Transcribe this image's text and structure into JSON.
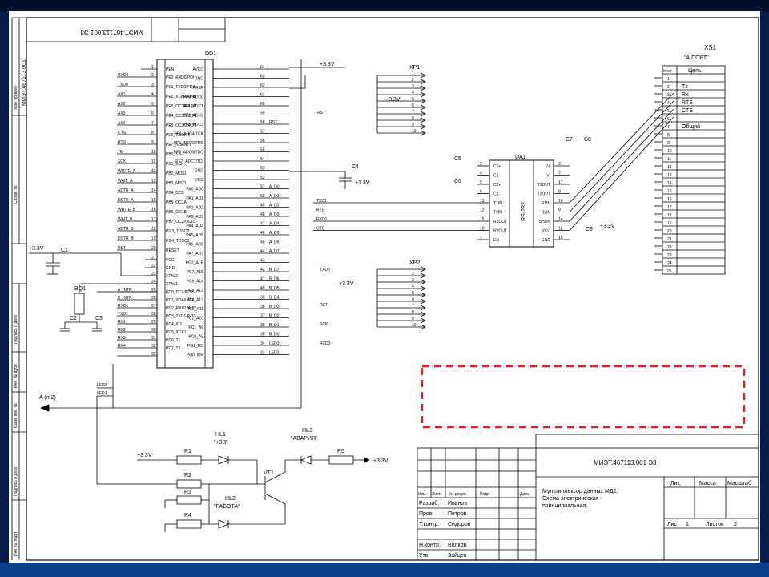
{
  "colors": {
    "frame": "#041a4a",
    "bottom_bar": "#0f3f86",
    "dashed": "#e02020"
  },
  "doc": {
    "code": "МИЭТ.467113.001 Э3",
    "code_flipped": "МИЭТ.467113.001 Э3",
    "side_code": "МИЭТ.467113.001",
    "perv_prim": "Перв. примен.",
    "sprav": "Справ. №",
    "sign_date": "Подпись и дата",
    "inv_dubl": "Инв. № дубл.",
    "vzam_inv": "Взам. инв. №",
    "sign_date2": "Подпись и дата",
    "inv_podl": "Инв. № подл.",
    "title1": "Мультиплексор данных МД2.",
    "title2": "Схема электрическая",
    "title3": "принципиальная.",
    "lit": "Лит.",
    "massa": "Масса",
    "masshtab": "Масштаб",
    "list": "Лист",
    "list_num": "1",
    "listov": "Листов",
    "listov_num": "2",
    "col_izm": "Изм.",
    "col_list": "Лист",
    "col_docnum": "№ докум.",
    "col_podp": "Подп.",
    "col_data": "Дата",
    "razrab": "Разраб.",
    "razrab_name": "Иванов",
    "prov": "Пров.",
    "prov_name": "Петров",
    "tkontr": "Т.контр.",
    "tkontr_name": "Сидоров",
    "nkontr": "Н.контр.",
    "nkontr_name": "Волков",
    "utv": "Утв.",
    "utv_name": "Зайцев"
  },
  "dd1": {
    "name": "DD1",
    "left_nets": [
      "RXD0",
      "TXD0",
      "AX1",
      "AX2",
      "AX3",
      "AX4",
      "CTS",
      "RTS",
      "TE",
      "SCK",
      "WRITE_A",
      "WAIT_A",
      "ADTR_A",
      "DSTR_A",
      "WRITE_B",
      "WAIT_B",
      "ADTR_B",
      "DSTR_B",
      "RST"
    ],
    "left_nums": [
      "2",
      "3",
      "4",
      "5",
      "6",
      "7",
      "8",
      "9",
      "10",
      "11",
      "12",
      "13",
      "14",
      "15",
      "16",
      "17",
      "18",
      "19",
      "20"
    ],
    "left_pins": [
      "PE0_RXD0/PDI",
      "PE1_TXD0/PDO",
      "PE2_XCK0/AIN0",
      "PE3_OC3A/AIN1",
      "PE4_OC3B/INT4",
      "PE5_OC3C/INT5",
      "PE6_T3/INT6",
      "PE7_IC3/INT7",
      "PB0_SS",
      "PB1_SCK",
      "PB2_MOSI",
      "PB3_MISO",
      "PB4_OC0",
      "PB5_OC1A",
      "PB6_OC1B",
      "PB7_OC2/OC1C",
      "PG3_TOSC2",
      "PG4_TOSC1",
      "RESET"
    ],
    "left2_nums": [
      "21",
      "22",
      "23",
      "24",
      "25",
      "26",
      "27",
      "28",
      "29",
      "30",
      "31",
      "32",
      "33"
    ],
    "left2_pins": [
      "VCC",
      "GND",
      "XTAL2",
      "XTAL1",
      "PD0_SCL/INT0",
      "PD1_SDA/INT1",
      "PD2_RXD1/INT2",
      "PD3_TXD1/INT3",
      "PD4_IC1",
      "PD5_XCK1",
      "PD6_T1",
      "PD7_T2",
      ""
    ],
    "left2_nets": [
      "",
      "",
      "",
      "",
      "A_INTR",
      "B_INTR",
      "RXD1",
      "TXD1",
      "RX1",
      "RX2",
      "RX3",
      "RX4",
      ""
    ],
    "right_nums": [
      "64",
      "63",
      "62",
      "61",
      "60",
      "59",
      "58",
      "57",
      "56",
      "55",
      "54",
      "53",
      "52",
      "51",
      "50",
      "49",
      "48",
      "47",
      "46",
      "45",
      "44",
      "43",
      "42",
      "41",
      "40",
      "39",
      "38",
      "37",
      "36",
      "35",
      "34",
      "33"
    ],
    "right_pins": [
      "AVCC",
      "GND",
      "AREF",
      "PF0_ADC0",
      "PF1_ADC1",
      "PF2_ADC2",
      "PF3_ADC3",
      "PF4_ADC4/TCK",
      "PF5_ADC5/TMS",
      "PF6_ADC6/TDO",
      "PF7_ADC7/TDI",
      "GND",
      "VCC",
      "PA0_AD0",
      "PA1_AD1",
      "PA2_AD2",
      "PA3_AD3",
      "PA4_AD4",
      "PA5_AD5",
      "PA6_AD6",
      "PA7_AD7",
      "PG2_ALE",
      "PC7_A15",
      "PC6_A14",
      "PC5_A13",
      "PC4_A12",
      "PC3_A11",
      "PC2_A10",
      "PC1_A9",
      "PC0_A8",
      "PG1_RD",
      "PG0_WR"
    ],
    "right_nets": [
      "",
      "",
      "",
      "",
      "",
      "",
      "RST",
      "",
      "",
      "",
      "",
      "",
      "",
      "A_D0",
      "A_D1",
      "A_D2",
      "A_D3",
      "A_D4",
      "A_D5",
      "A_D6",
      "A_D7",
      "",
      "B_D7",
      "B_D6",
      "B_D5",
      "B_D4",
      "B_D3",
      "B_D2",
      "B_D1",
      "B_D0",
      "LED1",
      "LED2"
    ],
    "pin1": "PEN",
    "pin1_num": "1"
  },
  "power": {
    "v33": "+3.3V"
  },
  "xp1": {
    "name": "XP1",
    "pins": [
      "1",
      "2",
      "3",
      "4",
      "5",
      "6",
      "7",
      "8",
      "9",
      "10"
    ]
  },
  "xp2": {
    "name": "XP2",
    "pins": [
      "1",
      "2",
      "3",
      "4",
      "5",
      "6",
      "7",
      "8",
      "9",
      "10"
    ]
  },
  "xp2_nets": {
    "txd0": "TXD0",
    "rst": "RST",
    "sck": "SCK",
    "rxd0": "RXD0"
  },
  "xp1_nets": {
    "rst": "RST"
  },
  "da1": {
    "name": "DA1",
    "chip": "RS-232",
    "left_pins": [
      "C1+",
      "C1-",
      "C2+",
      "C2-",
      "T1IN",
      "T2IN",
      "R1OUT",
      "R2OUT",
      "EN"
    ],
    "left_nums": [
      "2",
      "4",
      "5",
      "6",
      "13",
      "12",
      "15",
      "10",
      "1"
    ],
    "right_pins": [
      "V+",
      "V-",
      "T1OUT",
      "T2OUT",
      "R1IN",
      "R2IN",
      "SHDN",
      "VCC",
      "GND"
    ],
    "right_nums": [
      "3",
      "7",
      "17",
      "8",
      "16",
      "9",
      "14",
      "18",
      "16"
    ],
    "nets": [
      "TXD1",
      "RTS",
      "RXD1",
      "CTS"
    ]
  },
  "caps": {
    "c1": "C1",
    "c2": "C2",
    "c3": "C3",
    "c4": "C4",
    "c5": "C5",
    "c6": "C6",
    "c7": "C7",
    "c8": "C8",
    "c9": "C9"
  },
  "crystal": "BQ1",
  "xs1": {
    "name": "XS1",
    "subtitle": "\"А.ПОРТ\"",
    "col1": "Конт",
    "col2": "Цепь",
    "rows": [
      [
        "1",
        ""
      ],
      [
        "2",
        "Tx"
      ],
      [
        "3",
        "Rx"
      ],
      [
        "4",
        "RTS"
      ],
      [
        "5",
        "CTS"
      ],
      [
        "6",
        ""
      ],
      [
        "7",
        "Общий"
      ],
      [
        "8",
        ""
      ],
      [
        "9",
        ""
      ],
      [
        "10",
        ""
      ],
      [
        "11",
        ""
      ],
      [
        "12",
        ""
      ],
      [
        "13",
        ""
      ],
      [
        "14",
        ""
      ],
      [
        "15",
        ""
      ],
      [
        "16",
        ""
      ],
      [
        "17",
        ""
      ],
      [
        "18",
        ""
      ],
      [
        "19",
        ""
      ],
      [
        "20",
        ""
      ],
      [
        "21",
        ""
      ],
      [
        "22",
        ""
      ],
      [
        "23",
        ""
      ],
      [
        "24",
        ""
      ],
      [
        "25",
        ""
      ]
    ]
  },
  "leds": {
    "hl1": "HL1",
    "hl1_desc": "\"+3В\"",
    "hl2": "HL2",
    "hl2_desc": "\"РАБОТА\"",
    "hl3": "HL3",
    "hl3_desc": "\"АВАРИЯ\""
  },
  "resistors": {
    "r1": "R1",
    "r2": "R2",
    "r3": "R3",
    "r4": "R4",
    "r5": "R5"
  },
  "transistor": "VT1",
  "arrow_label": "A (л.2)",
  "led_nets": {
    "led2": "LED2",
    "led1": "LED1"
  }
}
